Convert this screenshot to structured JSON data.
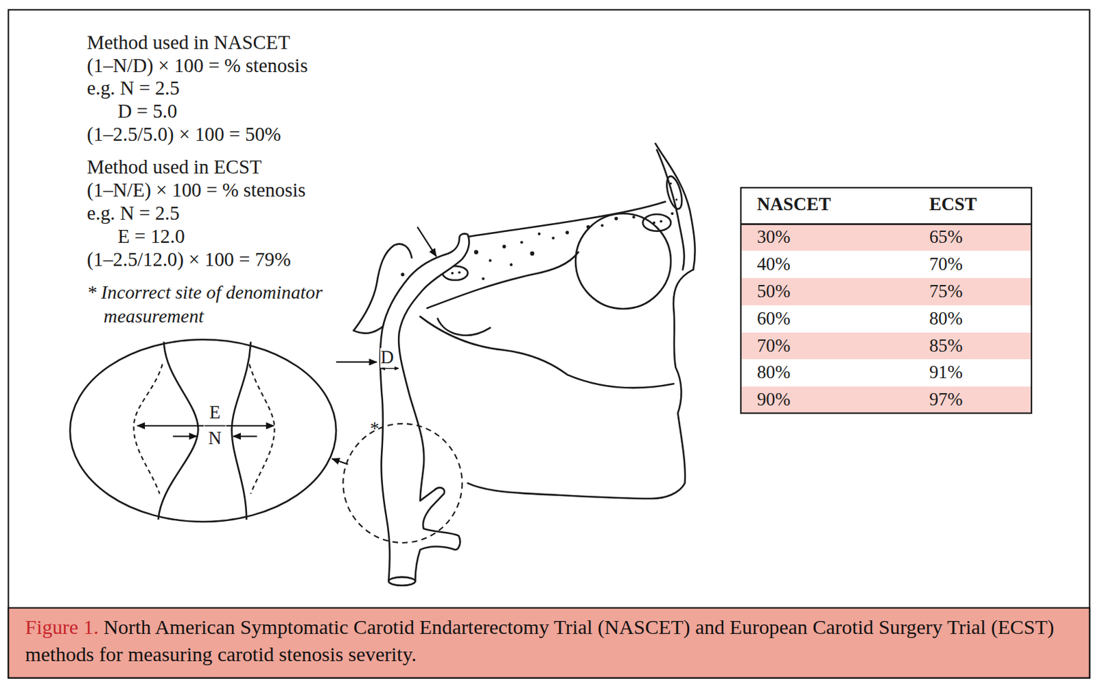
{
  "diagram": {
    "caption": "Figure 1. North American Symptomatic Carotid Endarterectomy Trial (NASCET) and European Carotid Surgery Trial (ECST) methods for measuring carotid stenosis severity.",
    "labels": [
      "Method used in NASCET",
      "(1–N/D) × 100 = % stenosis",
      "e.g. N = 2.5",
      "D = 5.0",
      "(1–2.5/5.0) × 100 = 50%",
      "Method used in ECST",
      "(1–N/E) × 100 = % stenosis",
      "e.g. N = 2.5",
      "E = 12.0",
      "(1–2.5/12.0) × 100 = 79%",
      "* Incorrect site of denominator measurement",
      "D",
      "*",
      "E",
      "N",
      "NASCET",
      "ECST",
      "30%",
      "65%",
      "40%",
      "70%",
      "50%",
      "75%",
      "60%",
      "80%",
      "70%",
      "85%",
      "80%",
      "91%",
      "90%",
      "97%"
    ]
  }
}
